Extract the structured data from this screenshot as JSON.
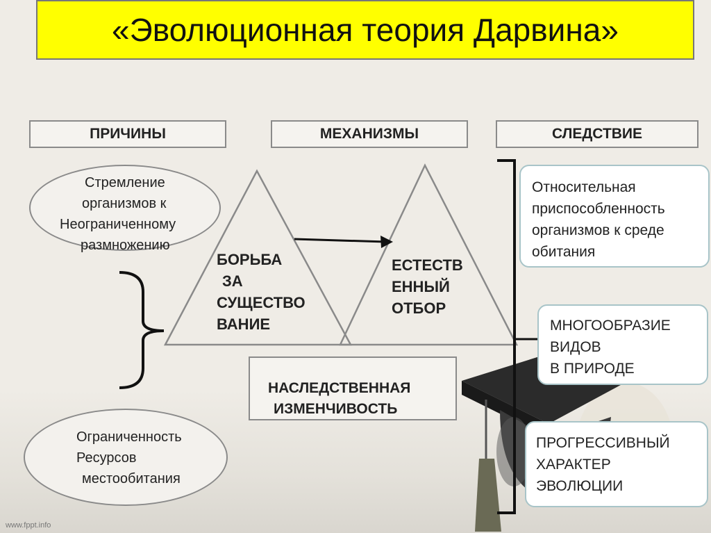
{
  "title": "«Эволюционная теория Дарвина»",
  "headers": {
    "causes": "ПРИЧИНЫ",
    "mechanisms": "МЕХАНИЗМЫ",
    "consequence": "СЛЕДСТВИЕ"
  },
  "causes": {
    "first": [
      "Стремление",
      "организмов к",
      "Неограниченному",
      "размножению"
    ],
    "second": [
      "Ограниченность",
      "Ресурсов",
      "местообитания"
    ]
  },
  "mechanisms": {
    "struggle": [
      "БОРЬБА",
      "ЗА",
      "СУЩЕСТВО",
      "ВАНИЕ"
    ],
    "selection": [
      "ЕСТЕСТВ",
      "ЕННЫЙ",
      "ОТБОР"
    ],
    "variability": [
      "НАСЛЕДСТВЕННАЯ",
      "ИЗМЕНЧИВОСТЬ"
    ]
  },
  "consequences": {
    "adaptation": [
      "Относительная",
      "приспособленность",
      "организмов к среде",
      "обитания"
    ],
    "diversity": [
      "МНОГООБРАЗИЕ",
      "ВИДОВ",
      "В ПРИРОДЕ"
    ],
    "progressive": [
      "ПРОГРЕССИВНЫЙ",
      "ХАРАКТЕР",
      "ЭВОЛЮЦИИ"
    ]
  },
  "footer": "www.fppt.info",
  "colors": {
    "title_bg": "#ffff00",
    "box_border": "#8a8a8a",
    "rounded_border": "#a8c4c8"
  }
}
